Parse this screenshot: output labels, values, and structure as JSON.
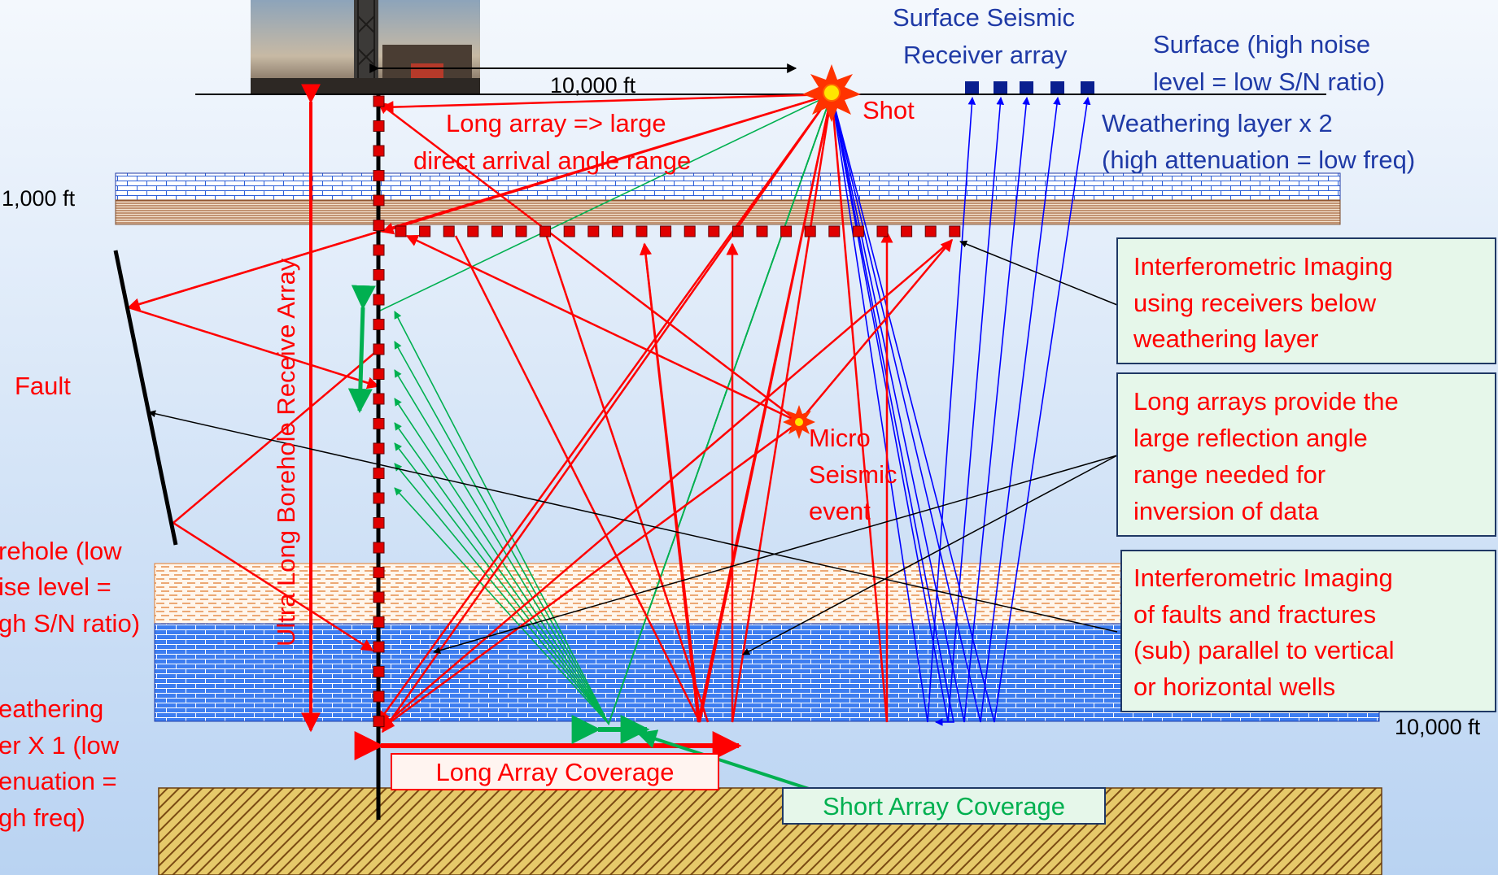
{
  "colors": {
    "bg_top": "#f4f8fd",
    "bg_bottom": "#b9d3f2",
    "red": "#ff0000",
    "green": "#00b050",
    "blue": "#0000ff",
    "navy": "#1f3aa6",
    "black": "#000000",
    "box_fill": "#e6f7ea",
    "box_border": "#1f3864"
  },
  "labels": {
    "surface_seismic_1": "Surface Seismic",
    "surface_seismic_2": "Receiver array",
    "surface_noise_1": "Surface (high noise",
    "surface_noise_2": "level = low S/N ratio)",
    "weathering_2_1": "Weathering layer x 2",
    "weathering_2_2": "(high attenuation = low freq)",
    "offset_10000": "10,000 ft",
    "shot": "Shot",
    "long_array_1": "Long array => large",
    "long_array_2": "direct arrival angle range",
    "depth_1000": "1,000 ft",
    "fault": "Fault",
    "borehole_1": "rehole (low",
    "borehole_2": "ise level =",
    "borehole_3": "gh S/N ratio)",
    "weathering_1_1": "eathering",
    "weathering_1_2": "er X 1 (low",
    "weathering_1_3": "enuation =",
    "weathering_1_4": "gh freq)",
    "vertical_array": "Ultra Long Borehole Receive Array",
    "micro_1": "Micro",
    "micro_2": "Seismic",
    "micro_3": "event",
    "depth_10000": "10,000 ft",
    "long_coverage": "Long Array Coverage",
    "short_coverage": "Short Array Coverage"
  },
  "notes": [
    {
      "lines": [
        "Interferometric Imaging",
        "using receivers below",
        "weathering layer"
      ]
    },
    {
      "lines": [
        "Long arrays provide the",
        "large reflection angle",
        "range needed for",
        "inversion of data"
      ]
    },
    {
      "lines": [
        "Interferometric Imaging",
        "of faults and fractures",
        "(sub) parallel to vertical",
        "or horizontal wells"
      ]
    }
  ]
}
